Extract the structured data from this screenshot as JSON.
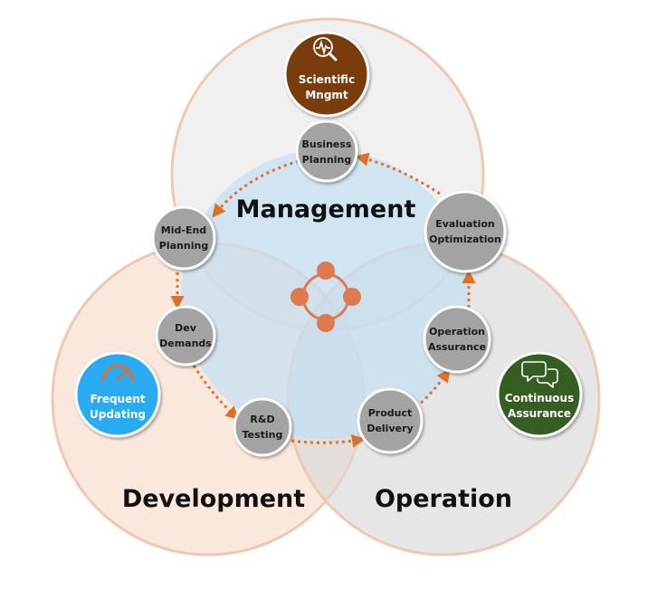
{
  "regions": {
    "management": "Management",
    "development": "Development",
    "operation": "Operation"
  },
  "cycle_steps": [
    {
      "line1": "Business",
      "line2": "Planning"
    },
    {
      "line1": "Evaluation",
      "line2": "Optimization"
    },
    {
      "line1": "Operation",
      "line2": "Assurance"
    },
    {
      "line1": "Product",
      "line2": "Delivery"
    },
    {
      "line1": "R&D",
      "line2": "Testing"
    },
    {
      "line1": "Dev",
      "line2": "Demands"
    },
    {
      "line1": "Mid-End",
      "line2": "Planning"
    }
  ],
  "badges": {
    "scientific": {
      "line1": "Scientific",
      "line2": "Mngmt",
      "icon": "magnifier-pulse-icon",
      "color": "#7a3a10"
    },
    "frequent": {
      "line1": "Frequent",
      "line2": "Updating",
      "icon": "speedometer-icon",
      "color": "#2aaaf0"
    },
    "continuous": {
      "line1": "Continuous",
      "line2": "Assurance",
      "icon": "chat-bubbles-icon",
      "color": "#355e22"
    }
  },
  "colors": {
    "arrow": "#e07028",
    "node_fill": "#a3a3a3",
    "center_dots": "#dd7a50"
  }
}
